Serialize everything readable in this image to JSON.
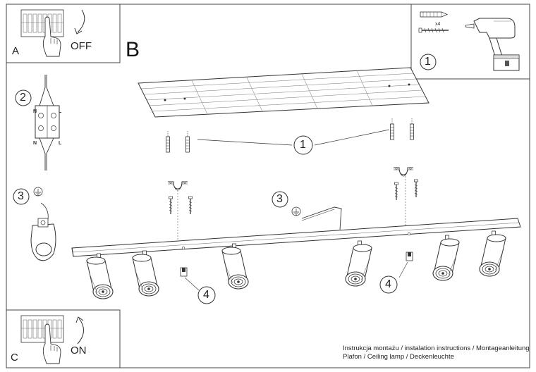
{
  "panels": {
    "a": {
      "letter": "A",
      "state": "OFF"
    },
    "b": {
      "letter": "B"
    },
    "c": {
      "letter": "C",
      "state": "ON"
    }
  },
  "steps": {
    "s1": "1",
    "s2": "2",
    "s3": "3",
    "s4": "4"
  },
  "tool_box": {
    "anchor_qty": "x4"
  },
  "terminal": {
    "n_top": "N",
    "l_top": "L",
    "n_bottom": "N",
    "l_bottom": "L"
  },
  "footer": {
    "line1": "Instrukcja montażu / instalation instructions / Montageanleitung",
    "line2": "Plafon / Ceiling lamp / Deckenleuchte"
  }
}
